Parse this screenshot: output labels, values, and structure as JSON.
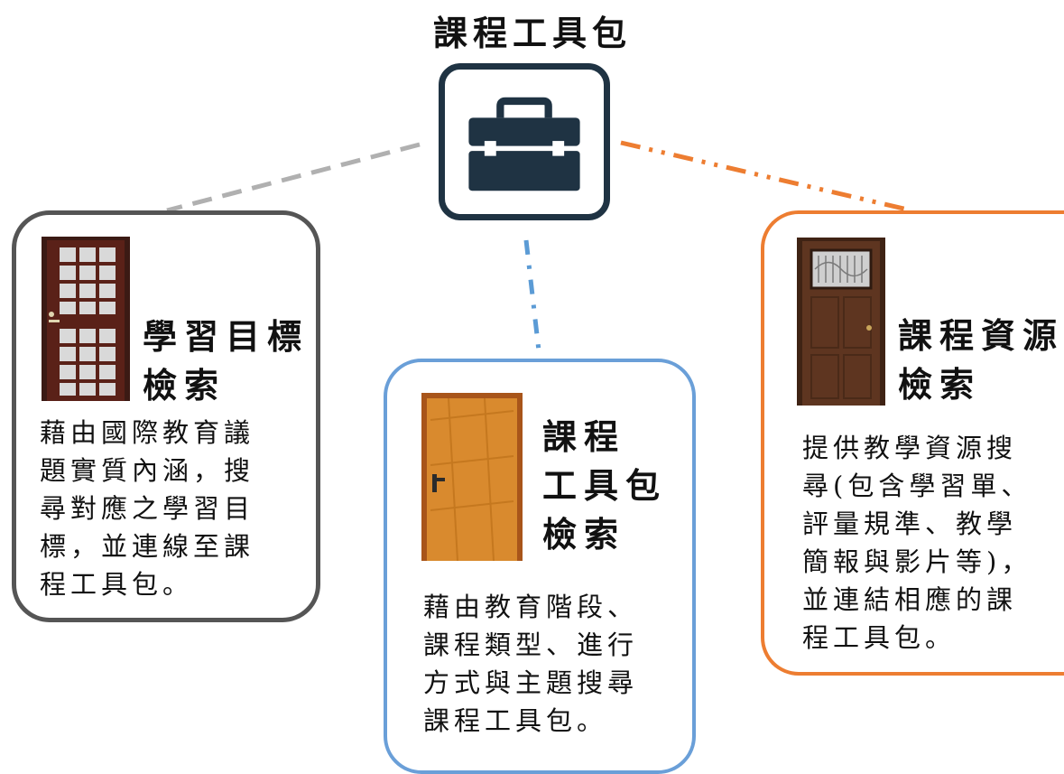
{
  "title": "課程工具包",
  "colors": {
    "toolbox": "#1f3343",
    "left_border": "#555555",
    "mid_border": "#6a9fd8",
    "right_border": "#ed7d31",
    "left_connector": "#b0b0b0",
    "mid_connector": "#5b9bd5",
    "right_connector": "#ed7d31"
  },
  "cards": [
    {
      "title_lines": [
        "學習目標",
        "檢索"
      ],
      "description": "藉由國際教育議\n題實質內涵，搜\n尋對應之學習目\n標，並連線至課\n程工具包。",
      "door_icon": "glass-panel-door-icon"
    },
    {
      "title_lines": [
        "課程",
        "工具包",
        "檢索"
      ],
      "description": "藉由教育階段、\n課程類型、進行\n方式與主題搜尋\n課程工具包。",
      "door_icon": "wooden-door-icon"
    },
    {
      "title_lines": [
        "課程資源",
        "檢索"
      ],
      "description": "提供教學資源搜\n尋(包含學習單、\n評量規準、教學\n簡報與影片等)，\n並連結相應的課\n程工具包。",
      "door_icon": "window-door-icon"
    }
  ]
}
